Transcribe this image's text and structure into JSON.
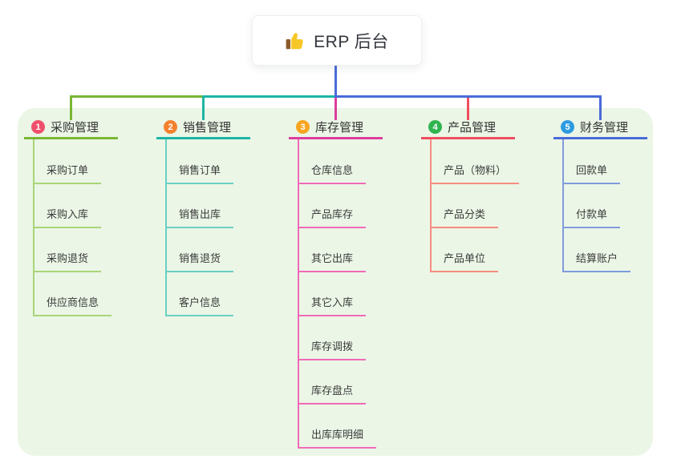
{
  "root": {
    "title": "ERP 后台",
    "icon": "thumbs-up-icon",
    "connector_color": "#4a6bd8"
  },
  "panel_color": "#ebf6e6",
  "branches": [
    {
      "badge": "1",
      "label": "采购管理",
      "badge_color": "#f0506b",
      "color": "#79b735",
      "light_color": "#a8d578",
      "children": [
        "采购订单",
        "采购入库",
        "采购退货",
        "供应商信息"
      ]
    },
    {
      "badge": "2",
      "label": "销售管理",
      "badge_color": "#f5812f",
      "color": "#1db5a5",
      "light_color": "#6ad0c3",
      "children": [
        "销售订单",
        "销售出库",
        "销售退货",
        "客户信息"
      ]
    },
    {
      "badge": "3",
      "label": "库存管理",
      "badge_color": "#f7a521",
      "color": "#dd3d9d",
      "light_color": "#f06ab8",
      "children": [
        "仓库信息",
        "产品库存",
        "其它出库",
        "其它入库",
        "库存调拨",
        "库存盘点",
        "出库库明细"
      ]
    },
    {
      "badge": "4",
      "label": "产品管理",
      "badge_color": "#30b450",
      "color": "#f04e5e",
      "light_color": "#f58d80",
      "children": [
        "产品（物料）",
        "产品分类",
        "产品单位"
      ]
    },
    {
      "badge": "5",
      "label": "财务管理",
      "badge_color": "#2d9be0",
      "color": "#4a6bd8",
      "light_color": "#7f9cdd",
      "children": [
        "回款单",
        "付款单",
        "结算账户"
      ]
    }
  ]
}
